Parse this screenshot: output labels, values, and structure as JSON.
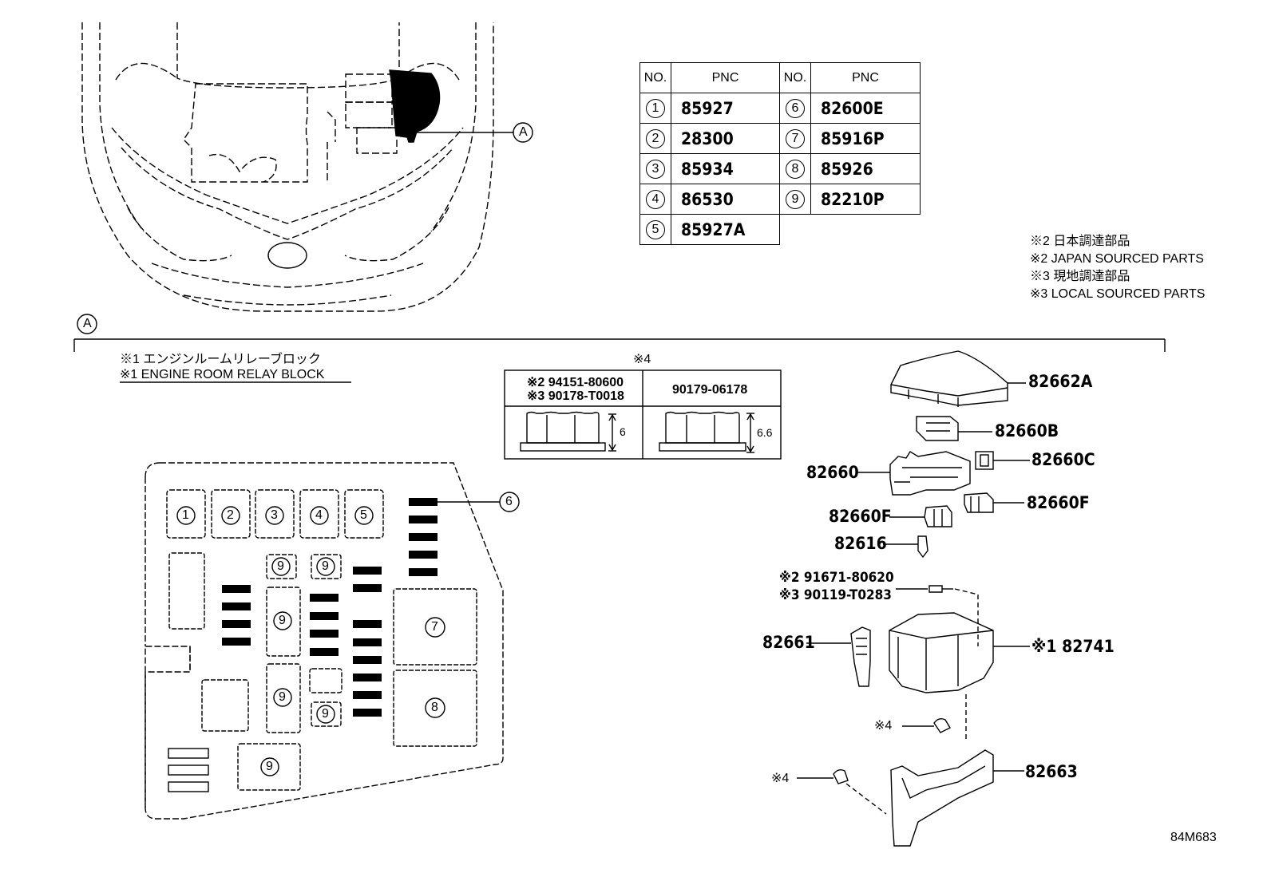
{
  "pnc_table": {
    "headers": [
      "NO.",
      "PNC",
      "NO.",
      "PNC"
    ],
    "rows": [
      {
        "no1": "1",
        "pnc1": "85927",
        "no2": "6",
        "pnc2": "82600E"
      },
      {
        "no1": "2",
        "pnc1": "28300",
        "no2": "7",
        "pnc2": "85916P"
      },
      {
        "no1": "3",
        "pnc1": "85934",
        "no2": "8",
        "pnc2": "85926"
      },
      {
        "no1": "4",
        "pnc1": "86530",
        "no2": "9",
        "pnc2": "82210P"
      },
      {
        "no1": "5",
        "pnc1": "85927A",
        "no2": "",
        "pnc2": ""
      }
    ]
  },
  "notes": [
    "※2 日本調達部品",
    "※2 JAPAN SOURCED PARTS",
    "※3 現地調達部品",
    "※3 LOCAL SOURCED PARTS"
  ],
  "callout_a": "A",
  "section_a_label": "A",
  "relay_block_jp": "※1 エンジンルームリレーブロック",
  "relay_block_en": "※1 ENGINE ROOM RELAY BLOCK",
  "nut_table": {
    "note": "※4",
    "left_codes": [
      "※2 94151-80600",
      "※3 90178-T0018"
    ],
    "right_code": "90179-06178",
    "left_dim": "6",
    "right_dim": "6.6"
  },
  "fuse_block": {
    "top_row": [
      "1",
      "2",
      "3",
      "4",
      "5"
    ],
    "relay_6": "6",
    "relay_7": "7",
    "relay_8": "8",
    "nine": "9"
  },
  "parts": {
    "p82662a": "82662A",
    "p82660b": "82660B",
    "p82660c": "82660C",
    "p82660": "82660",
    "p82660f_l": "82660F",
    "p82660f_r": "82660F",
    "p82616": "82616",
    "bolt_1": "※2 91671-80620",
    "bolt_2": "※3 90119-T0283",
    "p82661": "82661",
    "p82741": "※1 82741",
    "note4_a": "※4",
    "note4_b": "※4",
    "p82663": "82663"
  },
  "figure_code": "84M683"
}
